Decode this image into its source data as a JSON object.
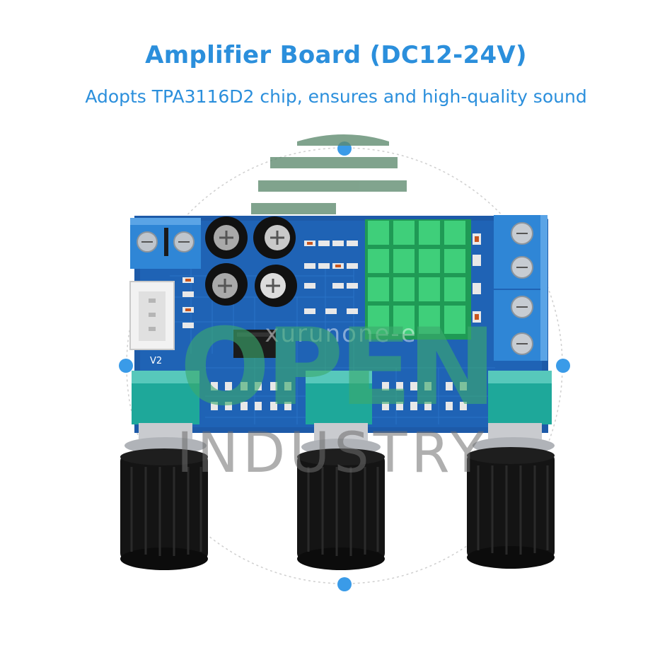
{
  "header": {
    "title": "Amplifier Board (DC12-24V)",
    "subtitle": "Adopts TPA3116D2 chip, ensures and high-quality sound"
  },
  "watermark": {
    "brand_main": "OPEN",
    "brand_sub": "INDUSTRY",
    "url": "xurunone-e"
  },
  "board": {
    "pot_label": "V2",
    "knob_count": 3,
    "colors": {
      "accent": "#2b8fdc",
      "pcb": "#1d5aa8",
      "terminal": "#2f86d6",
      "heatsink": "#2fb86a",
      "pot": "#1ea89a",
      "knob": "#141414"
    }
  }
}
